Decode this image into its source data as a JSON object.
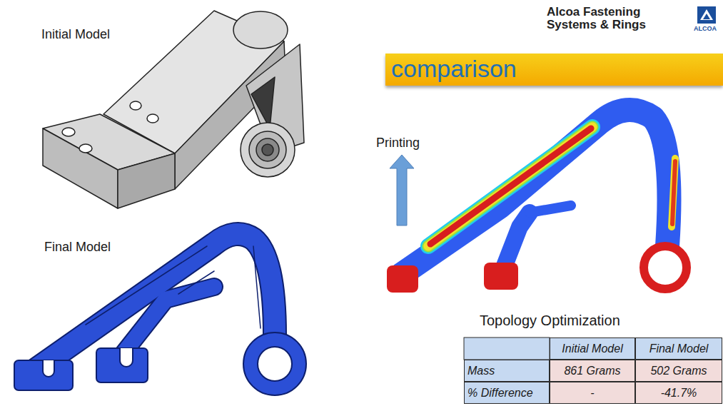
{
  "diagram": {
    "title": "comparison",
    "nodes": [
      {
        "text": [
          "Alcoa Fastening Systems & Rings",
          "ALCOA"
        ]
      }
    ],
    "labels": [
      "Initial Model",
      "Final Model",
      "Printing",
      "Topology Optimization",
      "Initial Model",
      "Final Model",
      "Mass",
      "861 Grams",
      "502 Grams",
      "% Difference",
      "-",
      "-41.7%"
    ]
  }
}
